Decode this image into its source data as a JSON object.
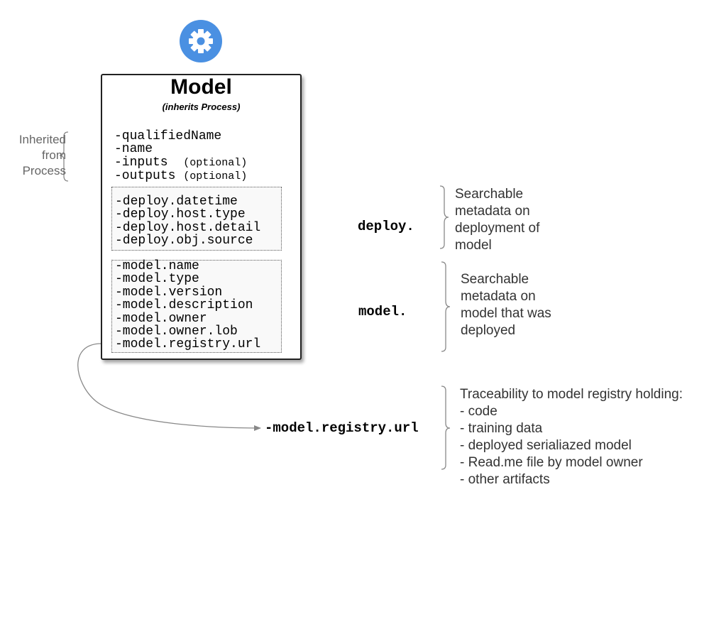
{
  "gear_icon": {
    "color": "#4a90e2"
  },
  "model": {
    "title": "Model",
    "subtitle": "(inherits Process)",
    "inherited_attrs": [
      {
        "name": "-qualifiedName",
        "note": ""
      },
      {
        "name": "-name",
        "note": ""
      },
      {
        "name": "-inputs",
        "note": "(optional)"
      },
      {
        "name": "-outputs",
        "note": "(optional)"
      }
    ],
    "deploy_attrs": [
      "-deploy.datetime",
      "-deploy.host.type",
      "-deploy.host.detail",
      "-deploy.obj.source"
    ],
    "model_attrs": [
      "-model.name",
      "-model.type",
      "-model.version",
      "-model.description",
      "-model.owner",
      "-model.owner.lob",
      "-model.registry.url"
    ]
  },
  "inherited_label": [
    "Inherited",
    "from",
    "Process"
  ],
  "deploy_label": "deploy.",
  "deploy_note": [
    "Searchable",
    "metadata on",
    "deployment of",
    "model"
  ],
  "model_label": "model.",
  "model_note": [
    "Searchable",
    "metadata on",
    "model that was",
    "deployed"
  ],
  "registry_label": "-model.registry.url",
  "registry_note": [
    "Traceability to model registry holding:",
    "-  code",
    "- training data",
    "- deployed serialiazed model",
    "- Read.me file by model owner",
    "- other artifacts"
  ]
}
